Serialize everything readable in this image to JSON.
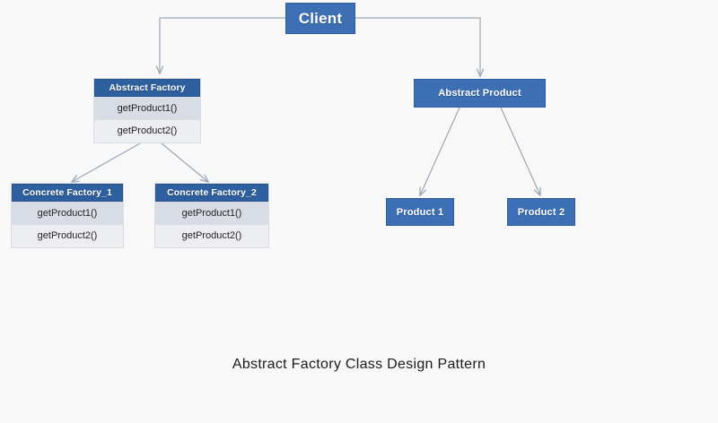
{
  "diagram": {
    "caption": "Abstract Factory Class Design Pattern",
    "background_color": "#f8f8f9",
    "node_fill": "#3d6fb4",
    "header_fill": "#2e5f9e",
    "row_fill_1": "#d8dce4",
    "row_fill_2": "#eceef1",
    "connector_color": "#9aa7b5"
  },
  "nodes": {
    "client": {
      "title": "Client"
    },
    "abstract_factory": {
      "title": "Abstract Factory",
      "methods": [
        "getProduct1()",
        "getProduct2()"
      ]
    },
    "concrete_factory_1": {
      "title": "Concrete Factory_1",
      "methods": [
        "getProduct1()",
        "getProduct2()"
      ]
    },
    "concrete_factory_2": {
      "title": "Concrete Factory_2",
      "methods": [
        "getProduct1()",
        "getProduct2()"
      ]
    },
    "abstract_product": {
      "title": "Abstract Product"
    },
    "product_1": {
      "title": "Product 1"
    },
    "product_2": {
      "title": "Product 2"
    }
  },
  "edges": [
    {
      "from": "Client",
      "to": "Abstract Factory",
      "style": "elbow-arrow"
    },
    {
      "from": "Client",
      "to": "Abstract Product",
      "style": "elbow-arrow"
    },
    {
      "from": "Abstract Factory",
      "to": "Concrete Factory_1",
      "style": "straight-arrow"
    },
    {
      "from": "Abstract Factory",
      "to": "Concrete Factory_2",
      "style": "straight-arrow"
    },
    {
      "from": "Abstract Product",
      "to": "Product 1",
      "style": "straight-arrow"
    },
    {
      "from": "Abstract Product",
      "to": "Product 2",
      "style": "straight-arrow"
    }
  ]
}
